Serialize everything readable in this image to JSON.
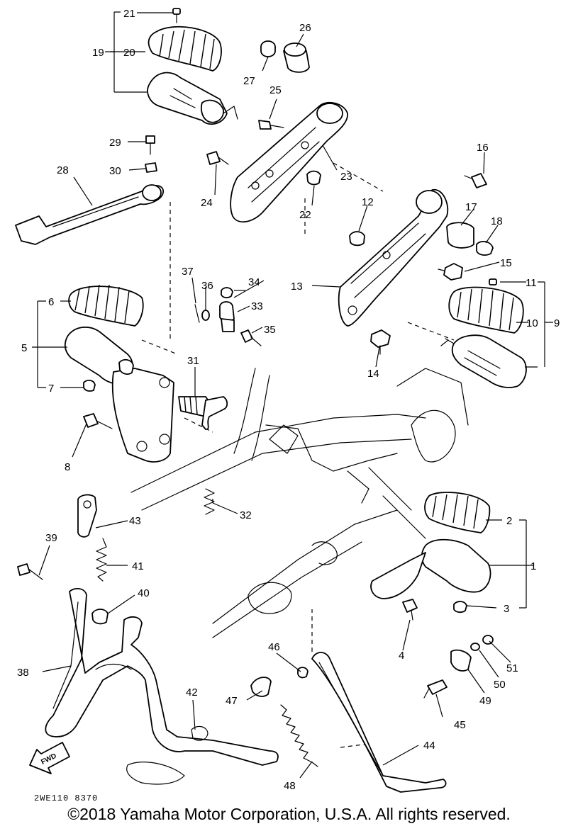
{
  "callouts": [
    "1",
    "2",
    "3",
    "4",
    "5",
    "6",
    "7",
    "8",
    "9",
    "10",
    "11",
    "12",
    "13",
    "14",
    "15",
    "16",
    "17",
    "18",
    "19",
    "20",
    "21",
    "22",
    "23",
    "24",
    "25",
    "26",
    "27",
    "28",
    "29",
    "30",
    "31",
    "32",
    "33",
    "34",
    "35",
    "36",
    "37",
    "38",
    "39",
    "40",
    "41",
    "42",
    "43",
    "44",
    "45",
    "46",
    "47",
    "48",
    "49",
    "50",
    "51"
  ],
  "drawing_code": "2WE110 8370",
  "find_marker": "FWD",
  "copyright": "©2018 Yamaha Motor Corporation, U.S.A. All rights reserved."
}
